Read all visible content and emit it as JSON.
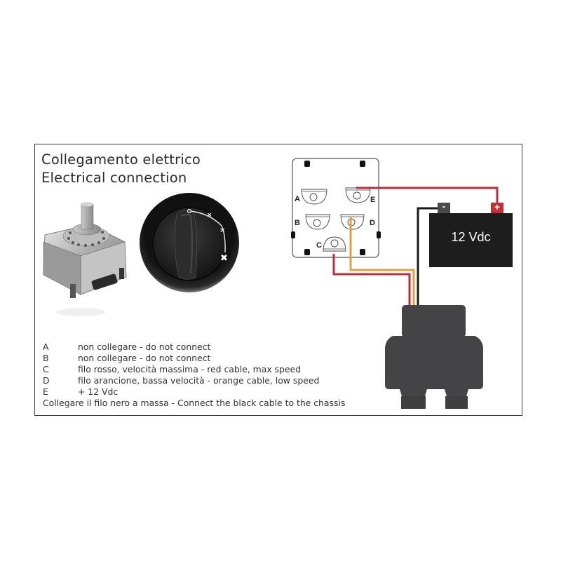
{
  "title": {
    "line1": "Collegamento elettrico",
    "line2": "Electrical connection"
  },
  "switch_diagram": {
    "pins": [
      {
        "id": "A",
        "label": "A"
      },
      {
        "id": "B",
        "label": "B"
      },
      {
        "id": "C",
        "label": "C"
      },
      {
        "id": "D",
        "label": "D"
      },
      {
        "id": "E",
        "label": "E"
      }
    ]
  },
  "battery": {
    "label": "12 Vdc",
    "negative_symbol": "-",
    "positive_symbol": "+"
  },
  "knob_scale": {
    "positions": [
      "0",
      "1",
      "2",
      "3"
    ]
  },
  "wires": {
    "red": {
      "color": "#b8303a",
      "from": "E",
      "to": "battery +"
    },
    "red_c": {
      "color": "#b8303a",
      "from": "C",
      "to": "connector"
    },
    "orange": {
      "color": "#e0a040",
      "from": "D",
      "to": "connector"
    },
    "black": {
      "color": "#1a1a1a",
      "from": "battery -",
      "to": "connector"
    }
  },
  "legend": {
    "items": [
      {
        "key": "A",
        "text": "non collegare - do not connect"
      },
      {
        "key": "B",
        "text": "non collegare - do not connect"
      },
      {
        "key": "C",
        "text": "filo rosso, velocità massima - red cable, max speed"
      },
      {
        "key": "D",
        "text": "filo arancione, bassa velocità - orange cable, low speed"
      },
      {
        "key": "E",
        "text": "+ 12 Vdc"
      }
    ],
    "footer": "Collegare il filo nero a massa - Connect the black cable to the chassis"
  }
}
